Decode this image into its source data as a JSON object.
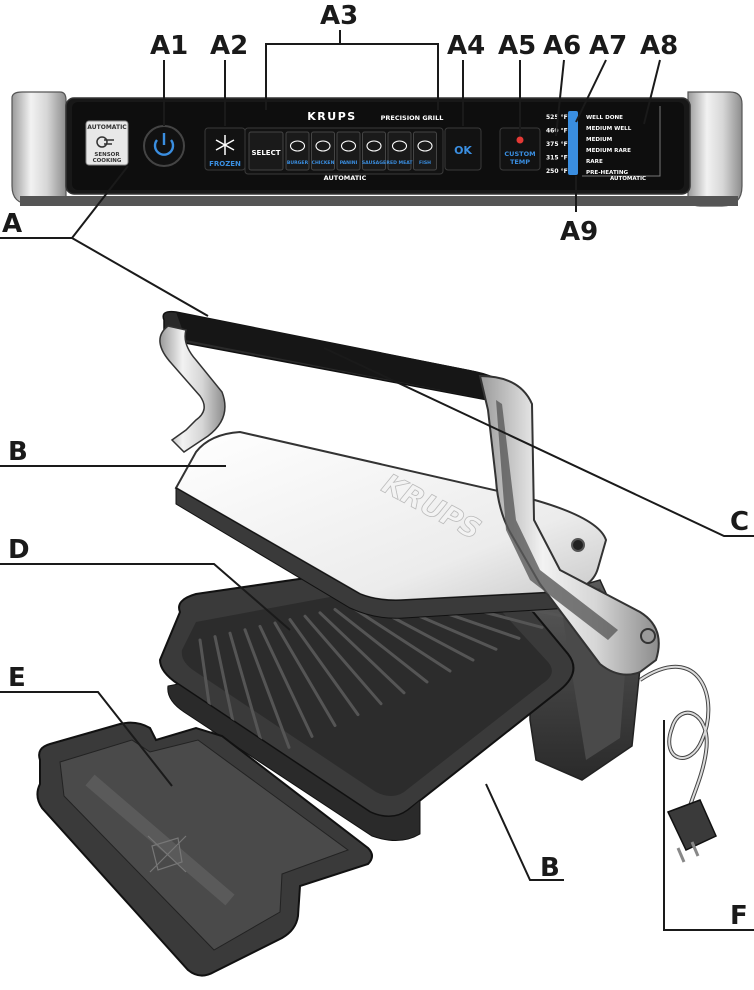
{
  "callouts": {
    "A1": "A1",
    "A2": "A2",
    "A3": "A3",
    "A4": "A4",
    "A5": "A5",
    "A6": "A6",
    "A7": "A7",
    "A8": "A8",
    "A9": "A9",
    "A": "A",
    "B": "B",
    "B2": "B",
    "C": "C",
    "D": "D",
    "E": "E",
    "F": "F"
  },
  "panel": {
    "brand": "KRUPS",
    "model": "PRECISION GRILL",
    "sensor_top": "AUTOMATIC",
    "sensor_bottom_1": "SENSOR",
    "sensor_bottom_2": "COOKING",
    "frozen": "FROZEN",
    "select": "SELECT",
    "programs": [
      "BURGER",
      "CHICKEN",
      "PANINI",
      "SAUSAGE",
      "RED MEAT",
      "FISH"
    ],
    "automatic_label": "AUTOMATIC",
    "ok": "OK",
    "custom_1": "CUSTOM",
    "custom_2": "TEMP",
    "temps": [
      "525 °F",
      "460 °F",
      "375 °F",
      "315 °F",
      "250 °F"
    ],
    "doneness": [
      "WELL DONE",
      "MEDIUM  WELL",
      "MEDIUM",
      "MEDIUM  RARE",
      "RARE",
      "PRE-HEATING"
    ],
    "doneness_automatic": "AUTOMATIC"
  },
  "lid_logo": "KRUPS",
  "colors": {
    "panel_black": "#141414",
    "panel_frame": "#2a2a2a",
    "accent_blue": "#3a8ee0",
    "indicator_red": "#e53935",
    "chrome": "#d9d9d9",
    "grill_dark": "#3c3c3c"
  }
}
